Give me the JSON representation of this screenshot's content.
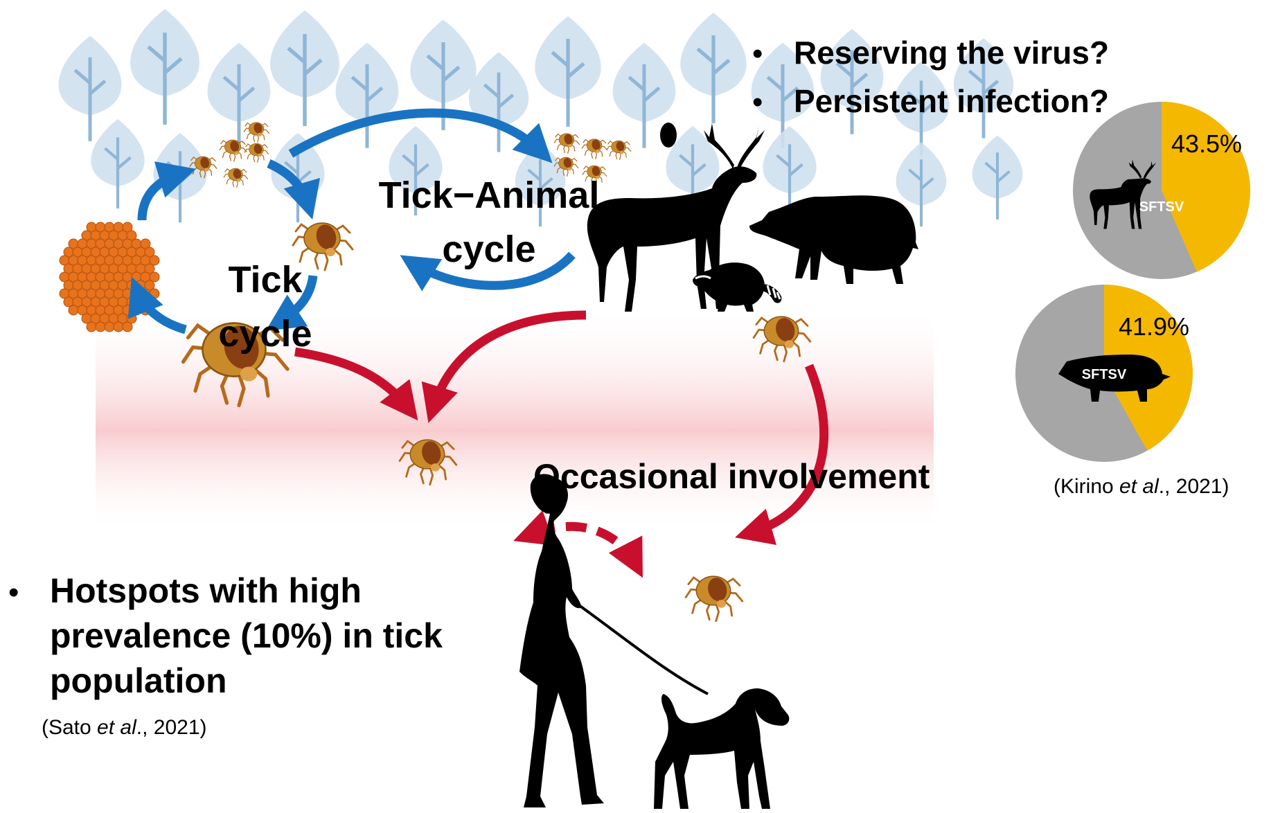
{
  "bullets_top": [
    "Reserving the virus?",
    "Persistent infection?"
  ],
  "bullet_bottom": {
    "lines": [
      "Hotspots with high",
      "prevalence (10%) in tick",
      "population"
    ],
    "citation_pre": "(Sato ",
    "citation_em": "et al",
    "citation_post": "., 2021)"
  },
  "cycles": {
    "tick_cycle": [
      "Tick",
      "cycle"
    ],
    "tick_animal_cycle": [
      "Tick−Animal",
      "cycle"
    ]
  },
  "occasional_label": "Occasional involvement",
  "pies": [
    {
      "host": "deer",
      "label": "SFTSV",
      "percent_text": "43.5%",
      "positive_fraction": 0.435
    },
    {
      "host": "boar",
      "label": "SFTSV",
      "percent_text": "41.9%",
      "positive_fraction": 0.419
    }
  ],
  "pie_citation": {
    "pre": "(Kirino ",
    "em": "et al",
    "post": "., 2021)"
  },
  "colors": {
    "cycle_arrow": "#1a73c2",
    "spillover_arrow": "#c8102e",
    "pie_positive": "#f5b800",
    "pie_negative": "#a6a6a6",
    "tree": "#cfe0ee",
    "tree_trunk": "#8fb6d6",
    "hotspot_band": "#f8c9cc",
    "egg": "#e8731c",
    "tick_body": "#c98a2a",
    "tick_shield": "#8a3f12"
  }
}
